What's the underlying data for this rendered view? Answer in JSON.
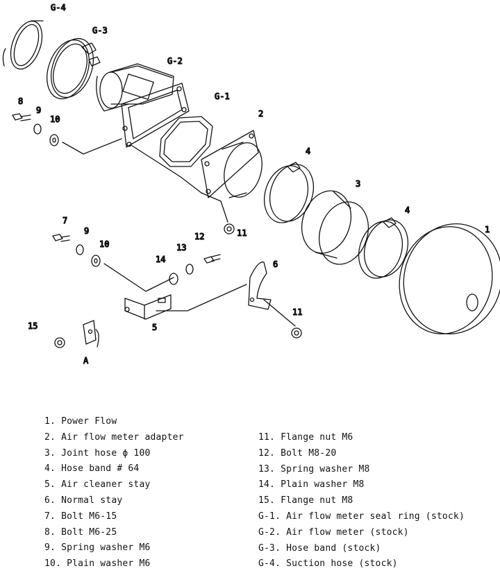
{
  "callouts": {
    "g4": "G-4",
    "g3": "G-3",
    "g2": "G-2",
    "g1": "G-1",
    "n2": "2",
    "n4a": "4",
    "n3": "3",
    "n4b": "4",
    "n1": "1",
    "n8": "8",
    "n9a": "9",
    "n10a": "10",
    "n7": "7",
    "n9b": "9",
    "n10b": "10",
    "n12": "12",
    "n13": "13",
    "n14": "14",
    "n6": "6",
    "n11a": "11",
    "n11b": "11",
    "n5": "5",
    "n15": "15",
    "a": "A"
  },
  "parts_left": [
    "1. Power Flow",
    "2. Air flow meter adapter",
    "3. Joint hose ϕ 100",
    "4. Hose band # 64",
    "5. Air cleaner stay",
    "6. Normal stay",
    "7. Bolt M6-15",
    "8. Bolt M6-25",
    "9. Spring washer M6",
    "10. Plain washer M6"
  ],
  "parts_right": [
    "11. Flange nut M6",
    "12. Bolt M8-20",
    "13. Spring washer M8",
    "14. Plain washer M8",
    "15. Flange nut M8",
    "G-1. Air flow meter seal ring (stock)",
    "G-2. Air flow meter (stock)",
    "G-3. Hose band (stock)",
    "G-4. Suction hose (stock)"
  ]
}
